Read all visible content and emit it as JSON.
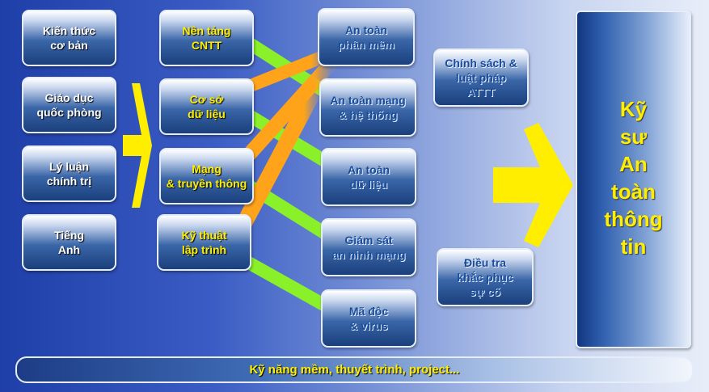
{
  "colors": {
    "accent_yellow": "#ffee00",
    "flow_green": "#8af02a",
    "flow_orange": "#ffa31a",
    "box_blue": "#1a3f7c",
    "text_blue": "#1a4c9a"
  },
  "column1": [
    {
      "id": "kien-thuc-co-ban",
      "label": "Kiến thức\ncơ bản"
    },
    {
      "id": "giao-duc-quoc-phong",
      "label": "Giáo dục\nquốc phòng"
    },
    {
      "id": "ly-luan-chinh-tri",
      "label": "Lý luận\nchính trị"
    },
    {
      "id": "tieng-anh",
      "label": "Tiếng\nAnh"
    }
  ],
  "column2": [
    {
      "id": "nen-tang-cntt",
      "label": "Nền tảng\nCNTT"
    },
    {
      "id": "co-so-du-lieu",
      "label": "Cơ sở\ndữ liệu"
    },
    {
      "id": "mang-truyen-thong",
      "label": "Mạng\n& truyền thông"
    },
    {
      "id": "ky-thuat-lap-trinh",
      "label": "Kỹ thuật\nlập trình"
    }
  ],
  "column3": [
    {
      "id": "an-toan-phan-mem",
      "label": "An toàn\nphần mềm"
    },
    {
      "id": "an-toan-mang-he-thong",
      "label": "An toàn mạng\n& hệ thống"
    },
    {
      "id": "an-toan-du-lieu",
      "label": "An toàn\ndữ liệu"
    },
    {
      "id": "giam-sat-an-ninh-mang",
      "label": "Giám sát\nan ninh mạng"
    },
    {
      "id": "ma-doc-virus",
      "label": "Mã độc\n& virus"
    }
  ],
  "column4": [
    {
      "id": "chinh-sach-luat-phap",
      "label": "Chính sách &\nluật pháp\nATTT"
    },
    {
      "id": "dieu-tra-khac-phuc",
      "label": "Điều tra\nkhắc phục\nsự cố"
    }
  ],
  "result": {
    "label": "Kỹ\nsư\nAn\ntoàn\nthông\ntin"
  },
  "footer": {
    "label": "Kỹ năng mềm, thuyết trình, project..."
  }
}
